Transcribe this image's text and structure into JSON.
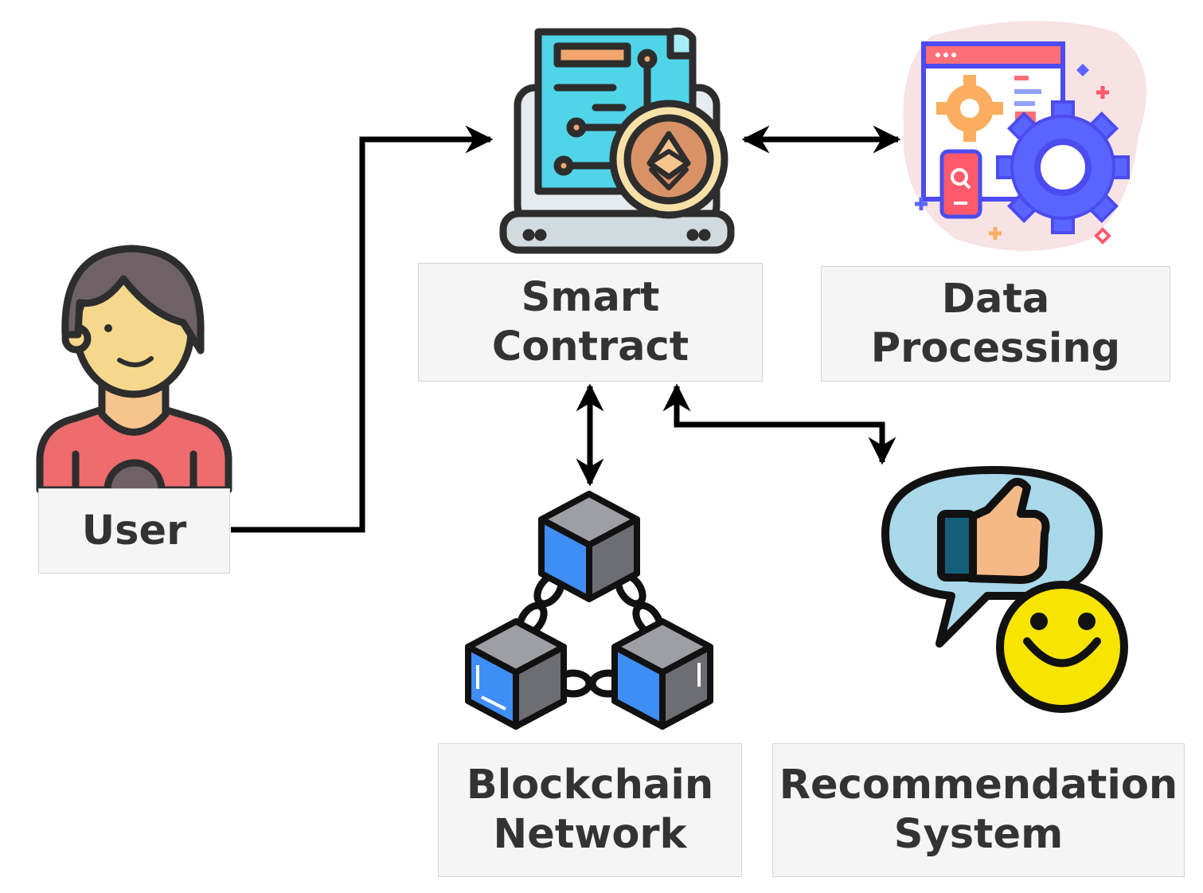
{
  "nodes": {
    "user": {
      "label": "User"
    },
    "smart_contract": {
      "label": "Smart\nContract"
    },
    "data_processing": {
      "label": "Data\nProcessing"
    },
    "blockchain_network": {
      "label": "Blockchain\nNetwork"
    },
    "recommendation_system": {
      "label": "Recommendation\nSystem"
    }
  },
  "icons": {
    "user": "user-avatar-icon",
    "smart_contract": "smart-contract-laptop-icon",
    "data_processing": "data-processing-gears-icon",
    "blockchain_network": "blockchain-cubes-icon",
    "recommendation_system": "thumbs-up-smiley-icon"
  },
  "colors": {
    "arrow": "#000000",
    "label_text": "#333333",
    "label_bg": "#f5f5f5",
    "label_border": "#d4d4d4",
    "outline": "#2d2d2d",
    "ethereum_coin": "#d99266",
    "cube_blue": "#3f8ef5",
    "smiley_yellow": "#f7e400",
    "gear_blue": "#5a64ff"
  }
}
